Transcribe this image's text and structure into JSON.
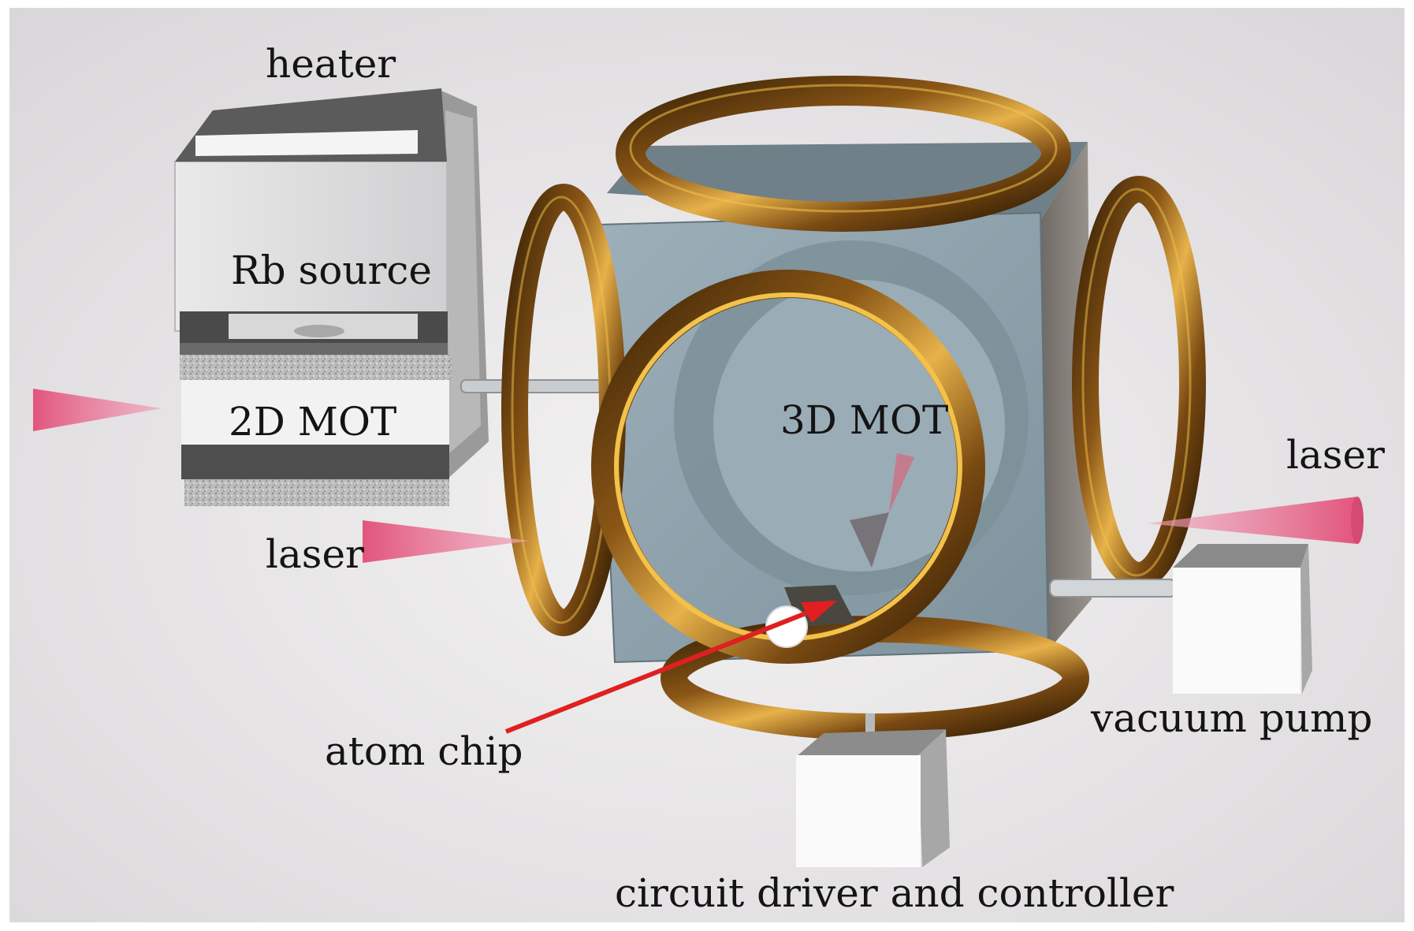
{
  "labels": {
    "heater": "heater",
    "rb_source": "Rb source",
    "mot_2d": "2D MOT",
    "mot_3d": "3D MOT",
    "laser_left": "laser",
    "laser_right": "laser",
    "atom_chip": "atom chip",
    "vacuum_pump": "vacuum pump",
    "circuit_driver": "circuit driver and  controller"
  },
  "colors": {
    "copper": "#7a4a12",
    "copper_highlight": "#f2c24a",
    "laser": "#e2557d",
    "arrow": "#e02020",
    "chamber": "#8fa3ad",
    "background": "#e7e5e6"
  }
}
